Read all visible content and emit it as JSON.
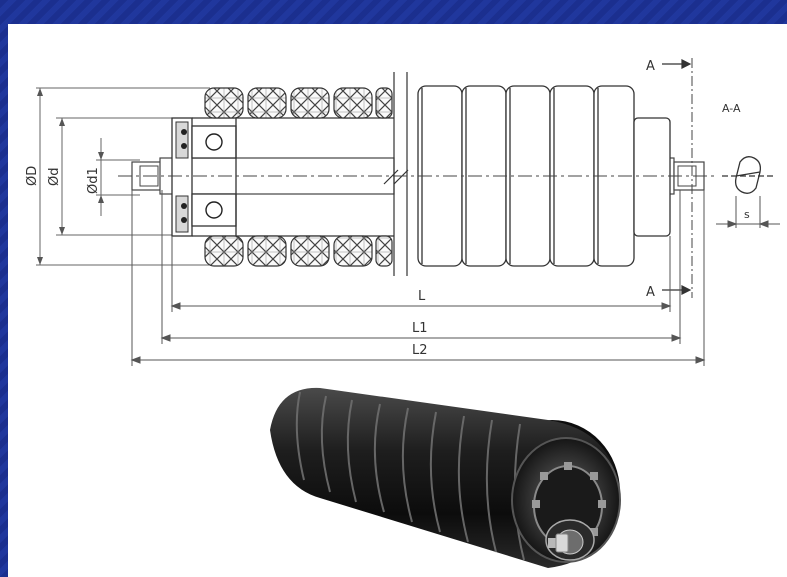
{
  "drawing": {
    "labels": {
      "phi_D": "ØD",
      "phi_d": "Ød",
      "phi_d1": "Ød1",
      "L": "L",
      "L1": "L1",
      "L2": "L2",
      "section_top": "A",
      "section_bottom": "A",
      "section_title": "A-A",
      "s": "s"
    }
  },
  "colors": {
    "frame": "#1b2f8f",
    "panel": "#ffffff",
    "line": "#555555",
    "roller": "#1a1a1a"
  },
  "icons": [
    "arrow-right-icon",
    "dimension-arrow-icon"
  ]
}
